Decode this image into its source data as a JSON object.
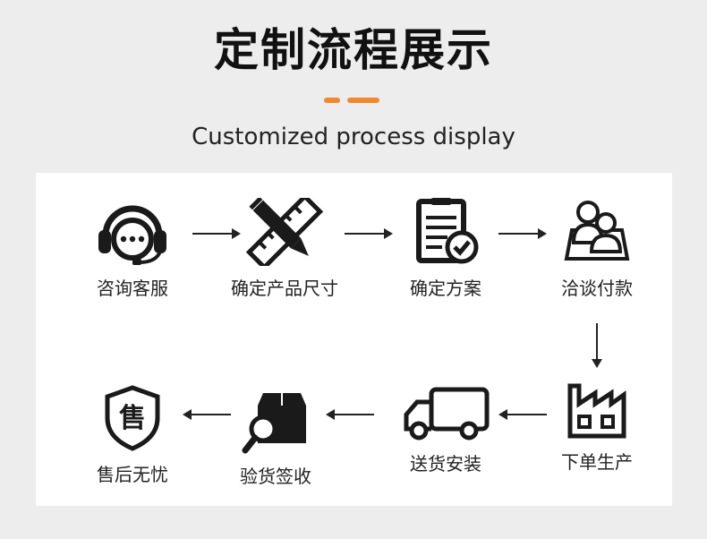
{
  "title": "定制流程展示",
  "subtitle": "Customized process display",
  "accent_color": "#f0892e",
  "steps": [
    {
      "label": "咨询客服",
      "icon": "headset-icon"
    },
    {
      "label": "确定产品尺寸",
      "icon": "ruler-pencil-icon"
    },
    {
      "label": "确定方案",
      "icon": "clipboard-check-icon"
    },
    {
      "label": "洽谈付款",
      "icon": "people-icon"
    },
    {
      "label": "下单生产",
      "icon": "factory-icon"
    },
    {
      "label": "送货安装",
      "icon": "truck-icon"
    },
    {
      "label": "验货签收",
      "icon": "package-search-icon"
    },
    {
      "label": "售后无忧",
      "icon": "shield-sale-icon"
    }
  ],
  "shield_glyph": "售"
}
